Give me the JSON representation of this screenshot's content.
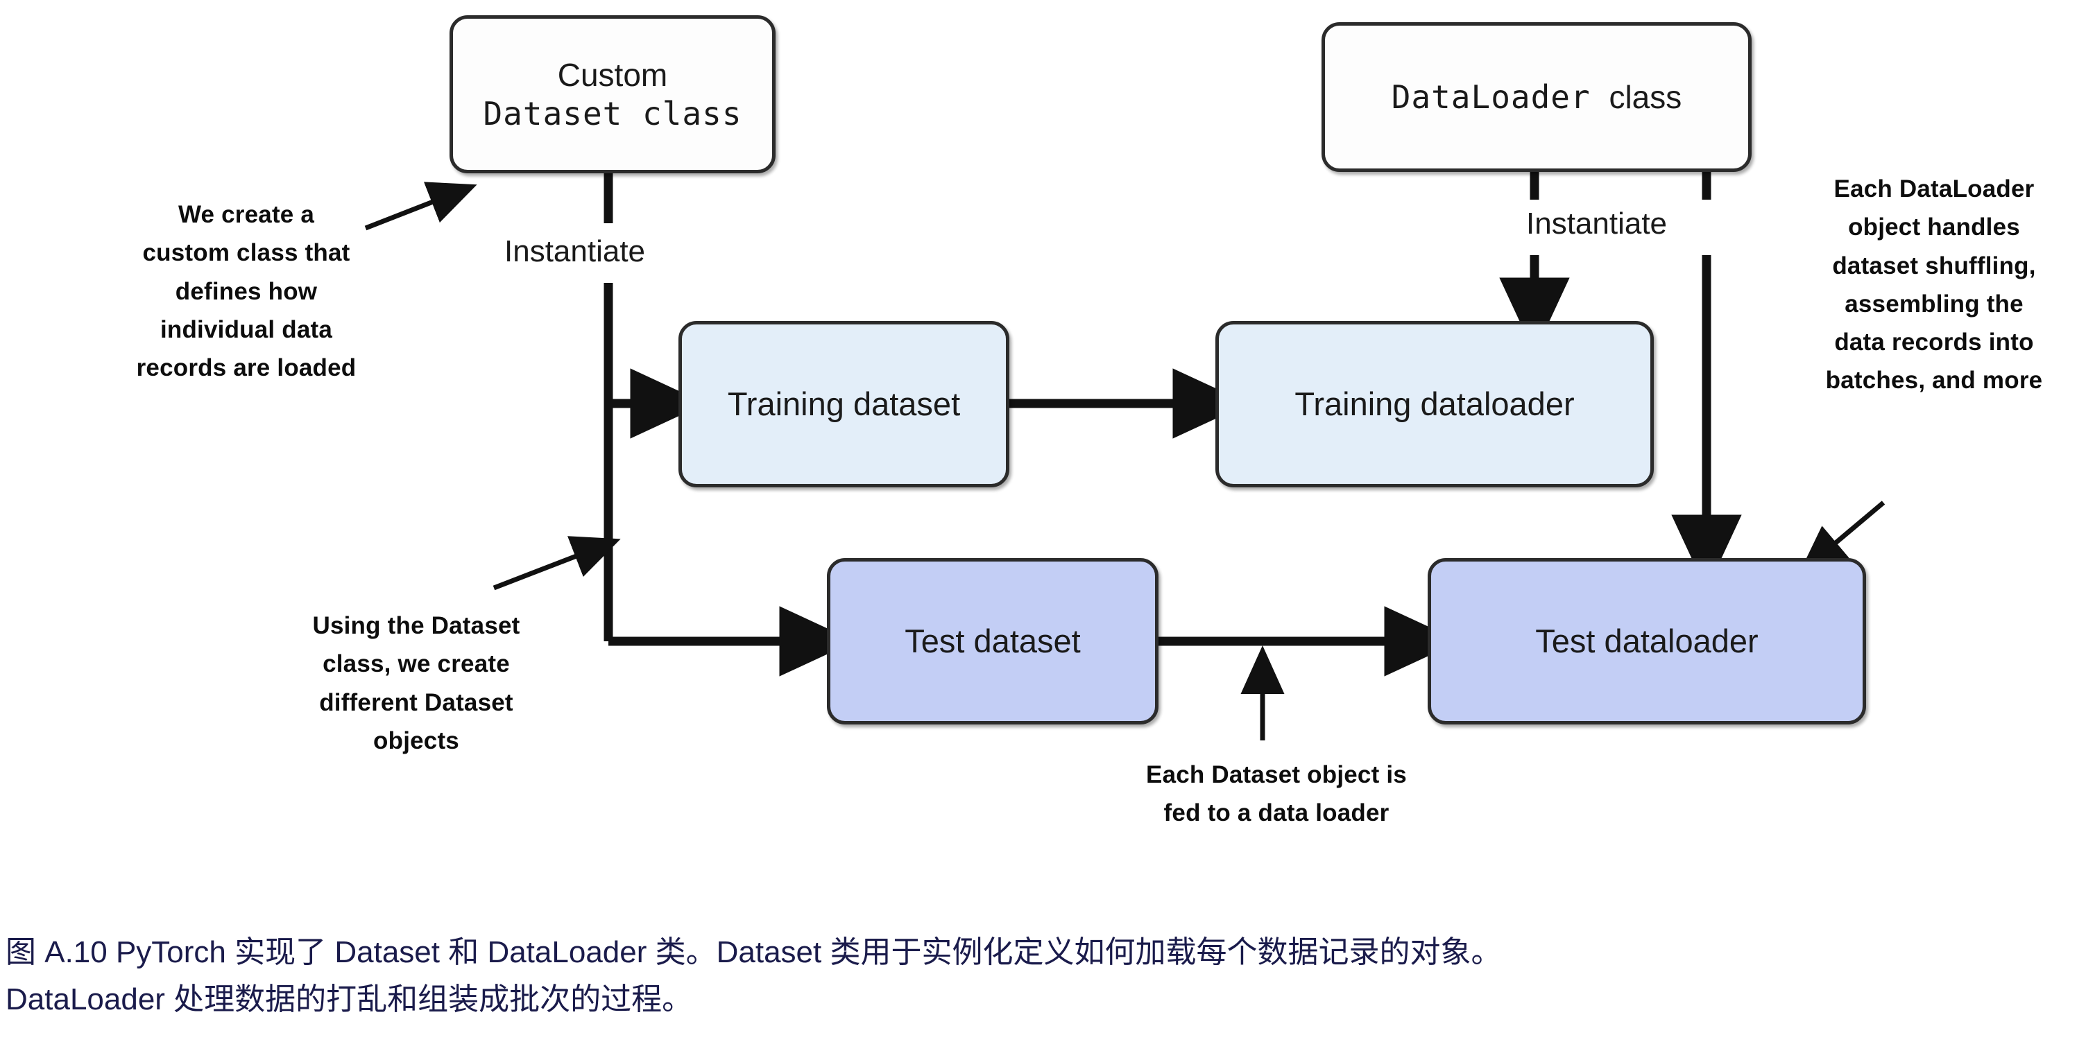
{
  "figure": {
    "nodes": {
      "custom_dataset_class": {
        "line1": "Custom",
        "line2": "Dataset class"
      },
      "dataloader_class": {
        "line1": "DataLoader",
        "line2": "class"
      },
      "training_dataset": "Training dataset",
      "training_dataloader": "Training dataloader",
      "test_dataset": "Test dataset",
      "test_dataloader": "Test dataloader"
    },
    "edge_labels": {
      "instantiate_left": "Instantiate",
      "instantiate_right": "Instantiate"
    },
    "annotations": {
      "top_left": "We create a\ncustom class that\ndefines how\nindividual data\nrecords are loaded",
      "bottom_left": "Using the Dataset\nclass, we create\ndifferent Dataset\nobjects",
      "right": "Each DataLoader\nobject handles\ndataset shuffling,\nassembling the\ndata records into\nbatches, and more",
      "bottom_center": "Each Dataset object is\nfed to a data loader"
    },
    "caption": {
      "line1": "图 A.10 PyTorch 实现了 Dataset 和 DataLoader 类。Dataset 类用于实例化定义如何加载每个数据记录的对象。",
      "line2": "DataLoader 处理数据的打乱和组装成批次的过程。"
    },
    "colors": {
      "light_box_fill": "#e3eef9",
      "dark_box_fill": "#c3cef5",
      "class_box_fill": "#fdfdfd",
      "border": "#2b2b2b",
      "caption_text": "#1a1b4b",
      "annotation_text": "#0d0d0d"
    }
  }
}
